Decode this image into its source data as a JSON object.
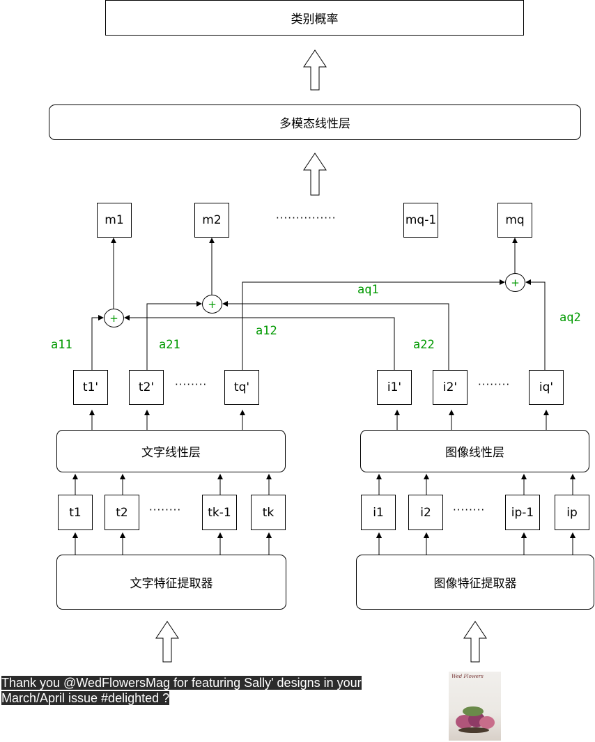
{
  "top": {
    "prob_label": "类别概率",
    "fusion_label": "多模态线性层"
  },
  "outputs": {
    "m1": "m1",
    "m2": "m2",
    "dots": "···············",
    "mq1": "mq-1",
    "mq": "mq"
  },
  "weights": {
    "a11": "a11",
    "a21": "a21",
    "a12": "a12",
    "a22": "a22",
    "aq1": "aq1",
    "aq2": "aq2"
  },
  "plus": "+",
  "text_branch": {
    "projected": [
      "t1'",
      "t2'",
      "tq'"
    ],
    "proj_dots": "········",
    "linear_label": "文字线性层",
    "features": [
      "t1",
      "t2",
      "tk-1",
      "tk"
    ],
    "feat_dots": "········",
    "extractor_label": "文字特征提取器"
  },
  "image_branch": {
    "projected": [
      "i1'",
      "i2'",
      "iq'"
    ],
    "proj_dots": "········",
    "linear_label": "图像线性层",
    "features": [
      "i1",
      "i2",
      "ip-1",
      "ip"
    ],
    "feat_dots": "········",
    "extractor_label": "图像特征提取器"
  },
  "input_text": "Thank you @WedFlowersMag for featuring Sally' designs in your March/April issue #delighted ?",
  "input_image": {
    "description_icon": "magazine-cover-image",
    "masthead": "Wed Flowers"
  },
  "colors": {
    "weight_green": "#009900",
    "stroke": "#000000"
  }
}
